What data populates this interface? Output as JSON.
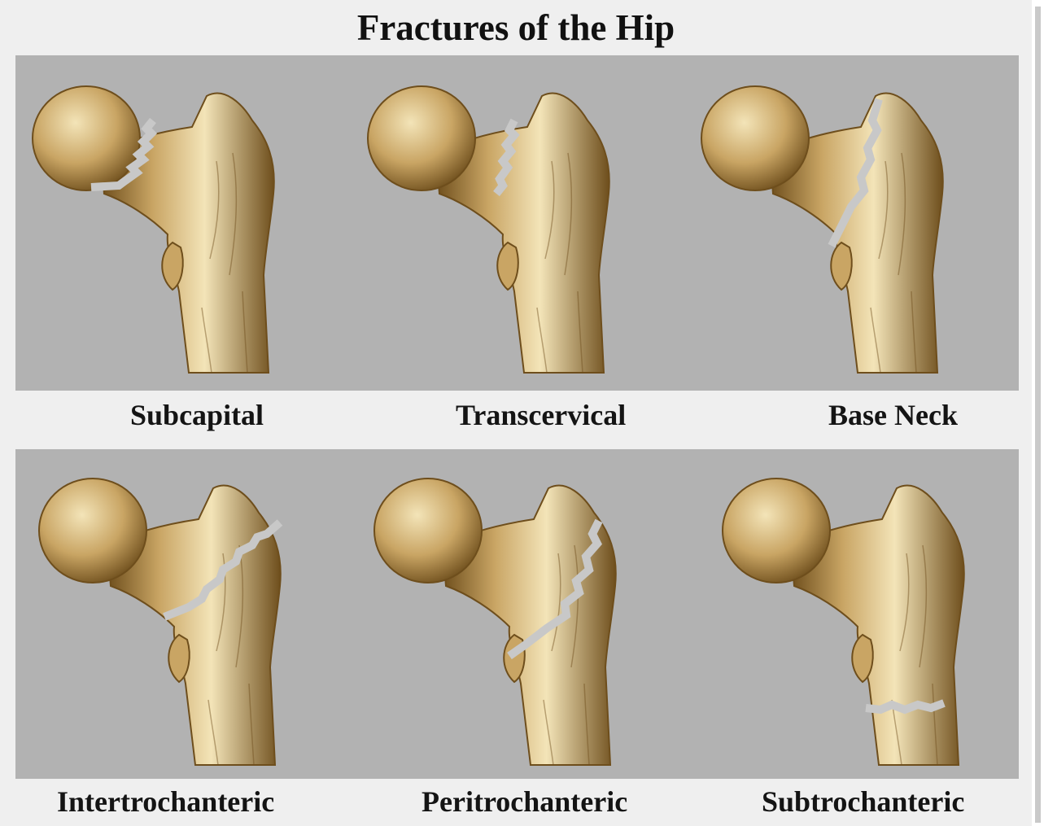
{
  "title": "Fractures of the Hip",
  "colors": {
    "background": "#efefef",
    "panel": "#b2b2b2",
    "bone_light": "#f3e4b8",
    "bone_mid": "#c9a564",
    "bone_dark": "#6e4e1c",
    "fracture_gap": "#c8c8c8"
  },
  "fractures": [
    {
      "label": "Subcapital",
      "fracture_line": "femoral-neck-at-head"
    },
    {
      "label": "Transcervical",
      "fracture_line": "mid-femoral-neck"
    },
    {
      "label": "Base Neck",
      "fracture_line": "base-of-femoral-neck"
    },
    {
      "label": "Intertrochanteric",
      "fracture_line": "between-trochanters"
    },
    {
      "label": "Peritrochanteric",
      "fracture_line": "through-trochanteric-region"
    },
    {
      "label": "Subtrochanteric",
      "fracture_line": "below-lesser-trochanter"
    }
  ]
}
